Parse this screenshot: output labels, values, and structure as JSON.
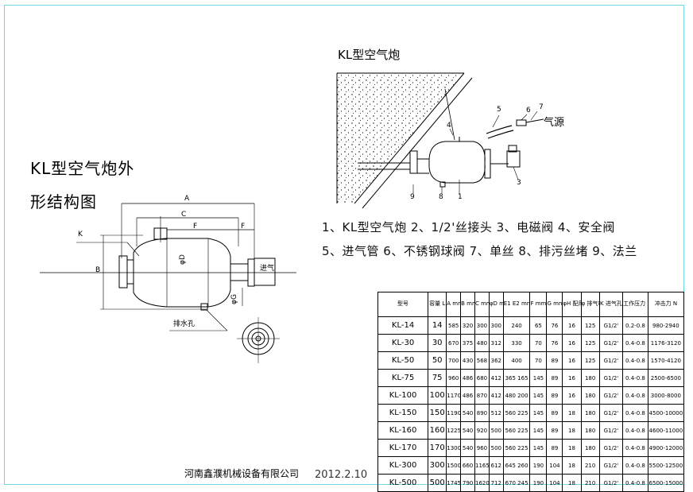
{
  "titles": {
    "main": "KL型空气炮",
    "left_line1": "KL型空气炮外",
    "left_line2": "形结构图"
  },
  "legend": {
    "line1": "1、KL型空气炮   2、1/2'丝接头  3、电磁阀  4、安全阀",
    "line2": "5、进气管  6、不锈钢球阀  7、单丝  8、排污丝堵  9、法兰"
  },
  "left_labels": {
    "A": "A",
    "C": "C",
    "F1": "F",
    "F2": "F",
    "K": "K",
    "B": "B",
    "D": "φD",
    "G": "φG",
    "intake": "进气",
    "drain": "排水孔"
  },
  "right_labels": {
    "n5": "5",
    "n6": "6",
    "n7": "7",
    "n4": "4",
    "n1": "1",
    "n9": "9",
    "n8": "8",
    "n3": "3",
    "air_source": "气源"
  },
  "table": {
    "headers": [
      "型号",
      "容量 L",
      "A mm",
      "B mm",
      "C mm",
      "φD mm",
      "E1 E2 mm",
      "F mm",
      "G mm",
      "φH 配用钢管 mm",
      "φ 排气喷口",
      "K 进气孔",
      "工作压力 Mpa",
      "冲击力 N"
    ],
    "rows": [
      [
        "KL-14",
        "14",
        "585",
        "320",
        "300",
        "300",
        "240",
        "65",
        "76",
        "16",
        "125",
        "G1/2'",
        "0.2-0.8",
        "980-2940"
      ],
      [
        "KL-30",
        "30",
        "670",
        "375",
        "480",
        "312",
        "330",
        "70",
        "76",
        "16",
        "125",
        "G1/2'",
        "0.4-0.8",
        "1176-3120"
      ],
      [
        "KL-50",
        "50",
        "700",
        "430",
        "568",
        "362",
        "400",
        "70",
        "89",
        "16",
        "125",
        "G1/2'",
        "0.4-0.8",
        "1570-4120"
      ],
      [
        "KL-75",
        "75",
        "960",
        "486",
        "680",
        "412",
        "365 165",
        "145",
        "89",
        "16",
        "180",
        "G1/2'",
        "0.4-0.8",
        "2500-6500"
      ],
      [
        "KL-100",
        "100",
        "1170",
        "486",
        "870",
        "412",
        "480 200",
        "145",
        "89",
        "16",
        "180",
        "G1/2'",
        "0.4-0.8",
        "3000-8000"
      ],
      [
        "KL-150",
        "150",
        "1190",
        "540",
        "890",
        "512",
        "560 225",
        "145",
        "89",
        "18",
        "180",
        "G1/2'",
        "0.4-0.8",
        "4500-10000"
      ],
      [
        "KL-160",
        "160",
        "1225",
        "540",
        "920",
        "500",
        "560 225",
        "145",
        "89",
        "18",
        "180",
        "G1/2'",
        "0.4-0.8",
        "4600-11000"
      ],
      [
        "KL-170",
        "170",
        "1300",
        "540",
        "960",
        "500",
        "560 225",
        "145",
        "89",
        "18",
        "180",
        "G1/2'",
        "0.4-0.8",
        "4900-12000"
      ],
      [
        "KL-300",
        "300",
        "1500",
        "660",
        "1165",
        "612",
        "645 260",
        "190",
        "104",
        "18",
        "210",
        "G1/2'",
        "0.4-0.8",
        "5500-12500"
      ],
      [
        "KL-500",
        "500",
        "1745",
        "790",
        "1620",
        "712",
        "670 245",
        "190",
        "104",
        "18",
        "210",
        "G1/2'",
        "0.4-0.8",
        "6500-15000"
      ]
    ]
  },
  "footer": {
    "company": "河南鑫濮机械设备有限公司",
    "date": "2012.2.10"
  },
  "colors": {
    "frame": "#6fd6e6",
    "ink": "#000000"
  }
}
